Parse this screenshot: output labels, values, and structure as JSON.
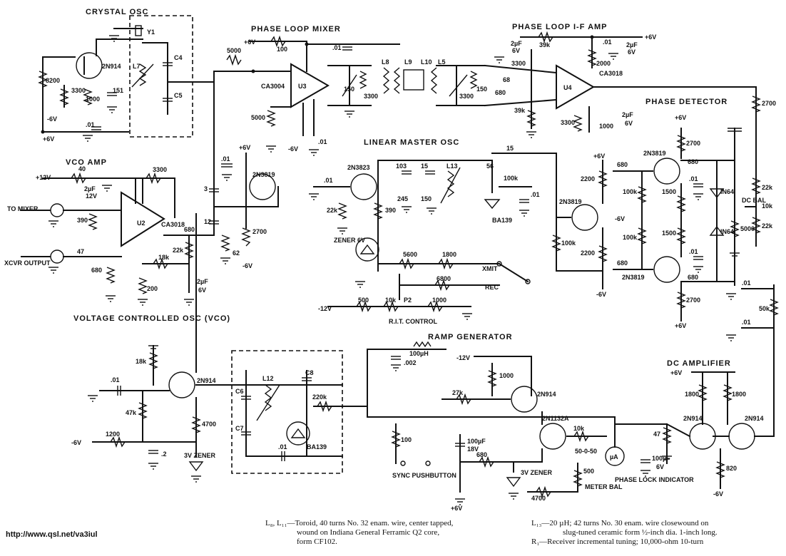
{
  "sections": {
    "crystal_osc": "CRYSTAL OSC",
    "phase_loop_mixer": "PHASE LOOP MIXER",
    "phase_loop_if_amp": "PHASE LOOP I-F AMP",
    "phase_detector": "PHASE DETECTOR",
    "vco_amp": "VCO AMP",
    "linear_master_osc": "LINEAR MASTER OSC",
    "vco": "VOLTAGE CONTROLLED OSC (VCO)",
    "ramp_generator": "RAMP GENERATOR",
    "dc_amplifier": "DC AMPLIFIER"
  },
  "chips": {
    "u1": "CA3018",
    "u2": "U2",
    "u3": "U3",
    "u3_type": "CA3004",
    "u4": "U4",
    "u4_type": "CA3018"
  },
  "labels": {
    "y1": "Y1",
    "l7": "L7",
    "c4": "C4",
    "c5": "C5",
    "tr_xo": "2N914",
    "r8200": "8200",
    "r3300a": "3300",
    "r1000a": "1000",
    "c151": "151",
    "m6v_xo": "-6V",
    "p6v_xo": "+6V",
    "c01_xo": ".01",
    "r5000a": "5000",
    "r100a": "100",
    "p6v_mix": "+6V",
    "c01_mix": ".01",
    "l8": "L8",
    "l9": "L9",
    "l10": "L10",
    "l5": "L5",
    "c150a": "150",
    "r3300b": "3300",
    "c150b": "150",
    "r3300c": "3300",
    "r5000b": "5000",
    "m6v_mix": "-6V",
    "c01_mix2": ".01",
    "c2uf_a": "2µF",
    "v6_a": "6V",
    "r39k_a": "39k",
    "r3300d": "3300",
    "c68": "68",
    "c680a": "680",
    "r39k_b": "39k",
    "r2000": "2000",
    "c2uf_b": "2µF",
    "v6_b": "6V",
    "p6v_if": "+6V",
    "c01_if": ".01",
    "r3300e": "3300",
    "r1000b": "1000",
    "c2uf_c": "2µF",
    "v6_c": "6V",
    "r2700a": "2700",
    "p6v_pd": "+6V",
    "p12v_vco": "+12V",
    "r40": "40",
    "c2uf_d": "2µF",
    "v12": "12V",
    "r3300f": "3300",
    "to_mixer": "TO MIXER",
    "r390a": "390",
    "c47": "47",
    "xcvr_output": "XCVR OUTPUT",
    "r680a": "680",
    "r200": "200",
    "c680b": "680",
    "r22k_a": "22k",
    "r18k_a": "18k",
    "c2uf_e": "2µF",
    "v6_e": "6V",
    "c3": "3",
    "c12": "12",
    "c01_b": ".01",
    "tr_2n3819a": "2N3819",
    "r2700b": "2700",
    "r62": "62",
    "m6v_b": "-6V",
    "p6v_b": "+6V",
    "tr_2n3823": "2N3823",
    "c01_lmo": ".01",
    "c103": "103",
    "c15a": "15",
    "l13": "L13",
    "c56": "56",
    "c100k": "100k",
    "c01_lmo2": ".01",
    "c245": "245",
    "c150c": "150",
    "r22k_b": "22k",
    "r390b": "390",
    "zener_6v": "ZENER 6V",
    "ba139a": "BA139",
    "r5600": "5600",
    "r1800a": "1800",
    "xmit": "XMIT",
    "rec": "REC",
    "m12v": "-12V",
    "r500": "500",
    "r10k_p2": "10k",
    "p2": "P2",
    "r6800": "6800",
    "r1000c": "1000",
    "rit_control": "R.I.T. CONTROL",
    "c15b": "15",
    "tr_2n3819b": "2N3819",
    "tr_2n3819c": "2N3819",
    "tr_2n3819d": "2N3819",
    "r2200a": "2200",
    "r2200b": "2200",
    "r100k_a": "100k",
    "r100k_b": "100k",
    "r100k_c": "100k",
    "c680c": "680",
    "c680d": "680",
    "c680e": "680",
    "c680f": "680",
    "r1500a": "1500",
    "r1500b": "1500",
    "c01_pd": ".01",
    "c01_pd2": ".01",
    "in64a": "IN64",
    "in64b": "IN64",
    "r2700c": "2700",
    "r2700d": "2700",
    "r5000c": "5000",
    "dc_bal": "DC BAL",
    "r10k_bal": "10k",
    "r22k_c": "22k",
    "r22k_d": "22k",
    "m6v_pd": "-6V",
    "p6v_pd2": "+6V",
    "p6v_pd3": "+6V",
    "m6v_pd2": "-6V",
    "c01_pd3": ".01",
    "c01_pd4": ".01",
    "r50k": "50k",
    "r18k_b": "18k",
    "c01_vco": ".01",
    "tr_2n914b": "2N914",
    "r47k_a": "47k",
    "m6v_vco": "-6V",
    "r1200": "1200",
    "r4700a": "4700",
    "c2": ".2",
    "zener_3v_a": "3V ZENER",
    "c6": "C6",
    "c7": "C7",
    "l12": "L12",
    "c8": "C8",
    "r220k": "220k",
    "ba139b": "BA139",
    "c01_vco2": ".01",
    "c100uh": "100µH",
    "c002": ".002",
    "m12v_rg": "-12V",
    "r1000d": "1000",
    "tr_2n914c": "2N914",
    "r27k": "27k",
    "tr_2n1132a": "2N1132A",
    "r100b": "100",
    "c100uf_a": "100µF",
    "v18": "18V",
    "r680b": "680",
    "r10k_rg": "10k",
    "meter_scale": "50-0-50",
    "ua": "µA",
    "zener_3v_b": "3V ZENER",
    "sync_pushbutton": "SYNC PUSHBUTTON",
    "p6v_rg": "+6V",
    "r4700b": "4700",
    "r500b": "500",
    "meter_bal": "METER BAL",
    "phase_lock_indicator": "PHASE LOCK INDICATOR",
    "p6v_dc": "+6V",
    "r1800b": "1800",
    "r1800c": "1800",
    "tr_2n914d": "2N914",
    "tr_2n914e": "2N914",
    "r47": "47",
    "c100uf_b": "100µF",
    "v6_dc": "6V",
    "r820": "820",
    "m6v_dc": "-6V"
  },
  "url": "http://www.qsl.net/va3iul",
  "notes": {
    "left": [
      "L₈, L₁₁—Toroid, 40 turns No. 32 enam. wire, center tapped,",
      "wound on Indiana General Ferramic Q2 core,",
      "form CF102."
    ],
    "right": [
      "L₁₃—20 µH; 42 turns No. 30 enam. wire closewound on",
      "slug-tuned ceramic form ½-inch dia. 1-inch long.",
      "R₁—Receiver incremental tuning; 10,000-ohm 10-turn"
    ]
  }
}
